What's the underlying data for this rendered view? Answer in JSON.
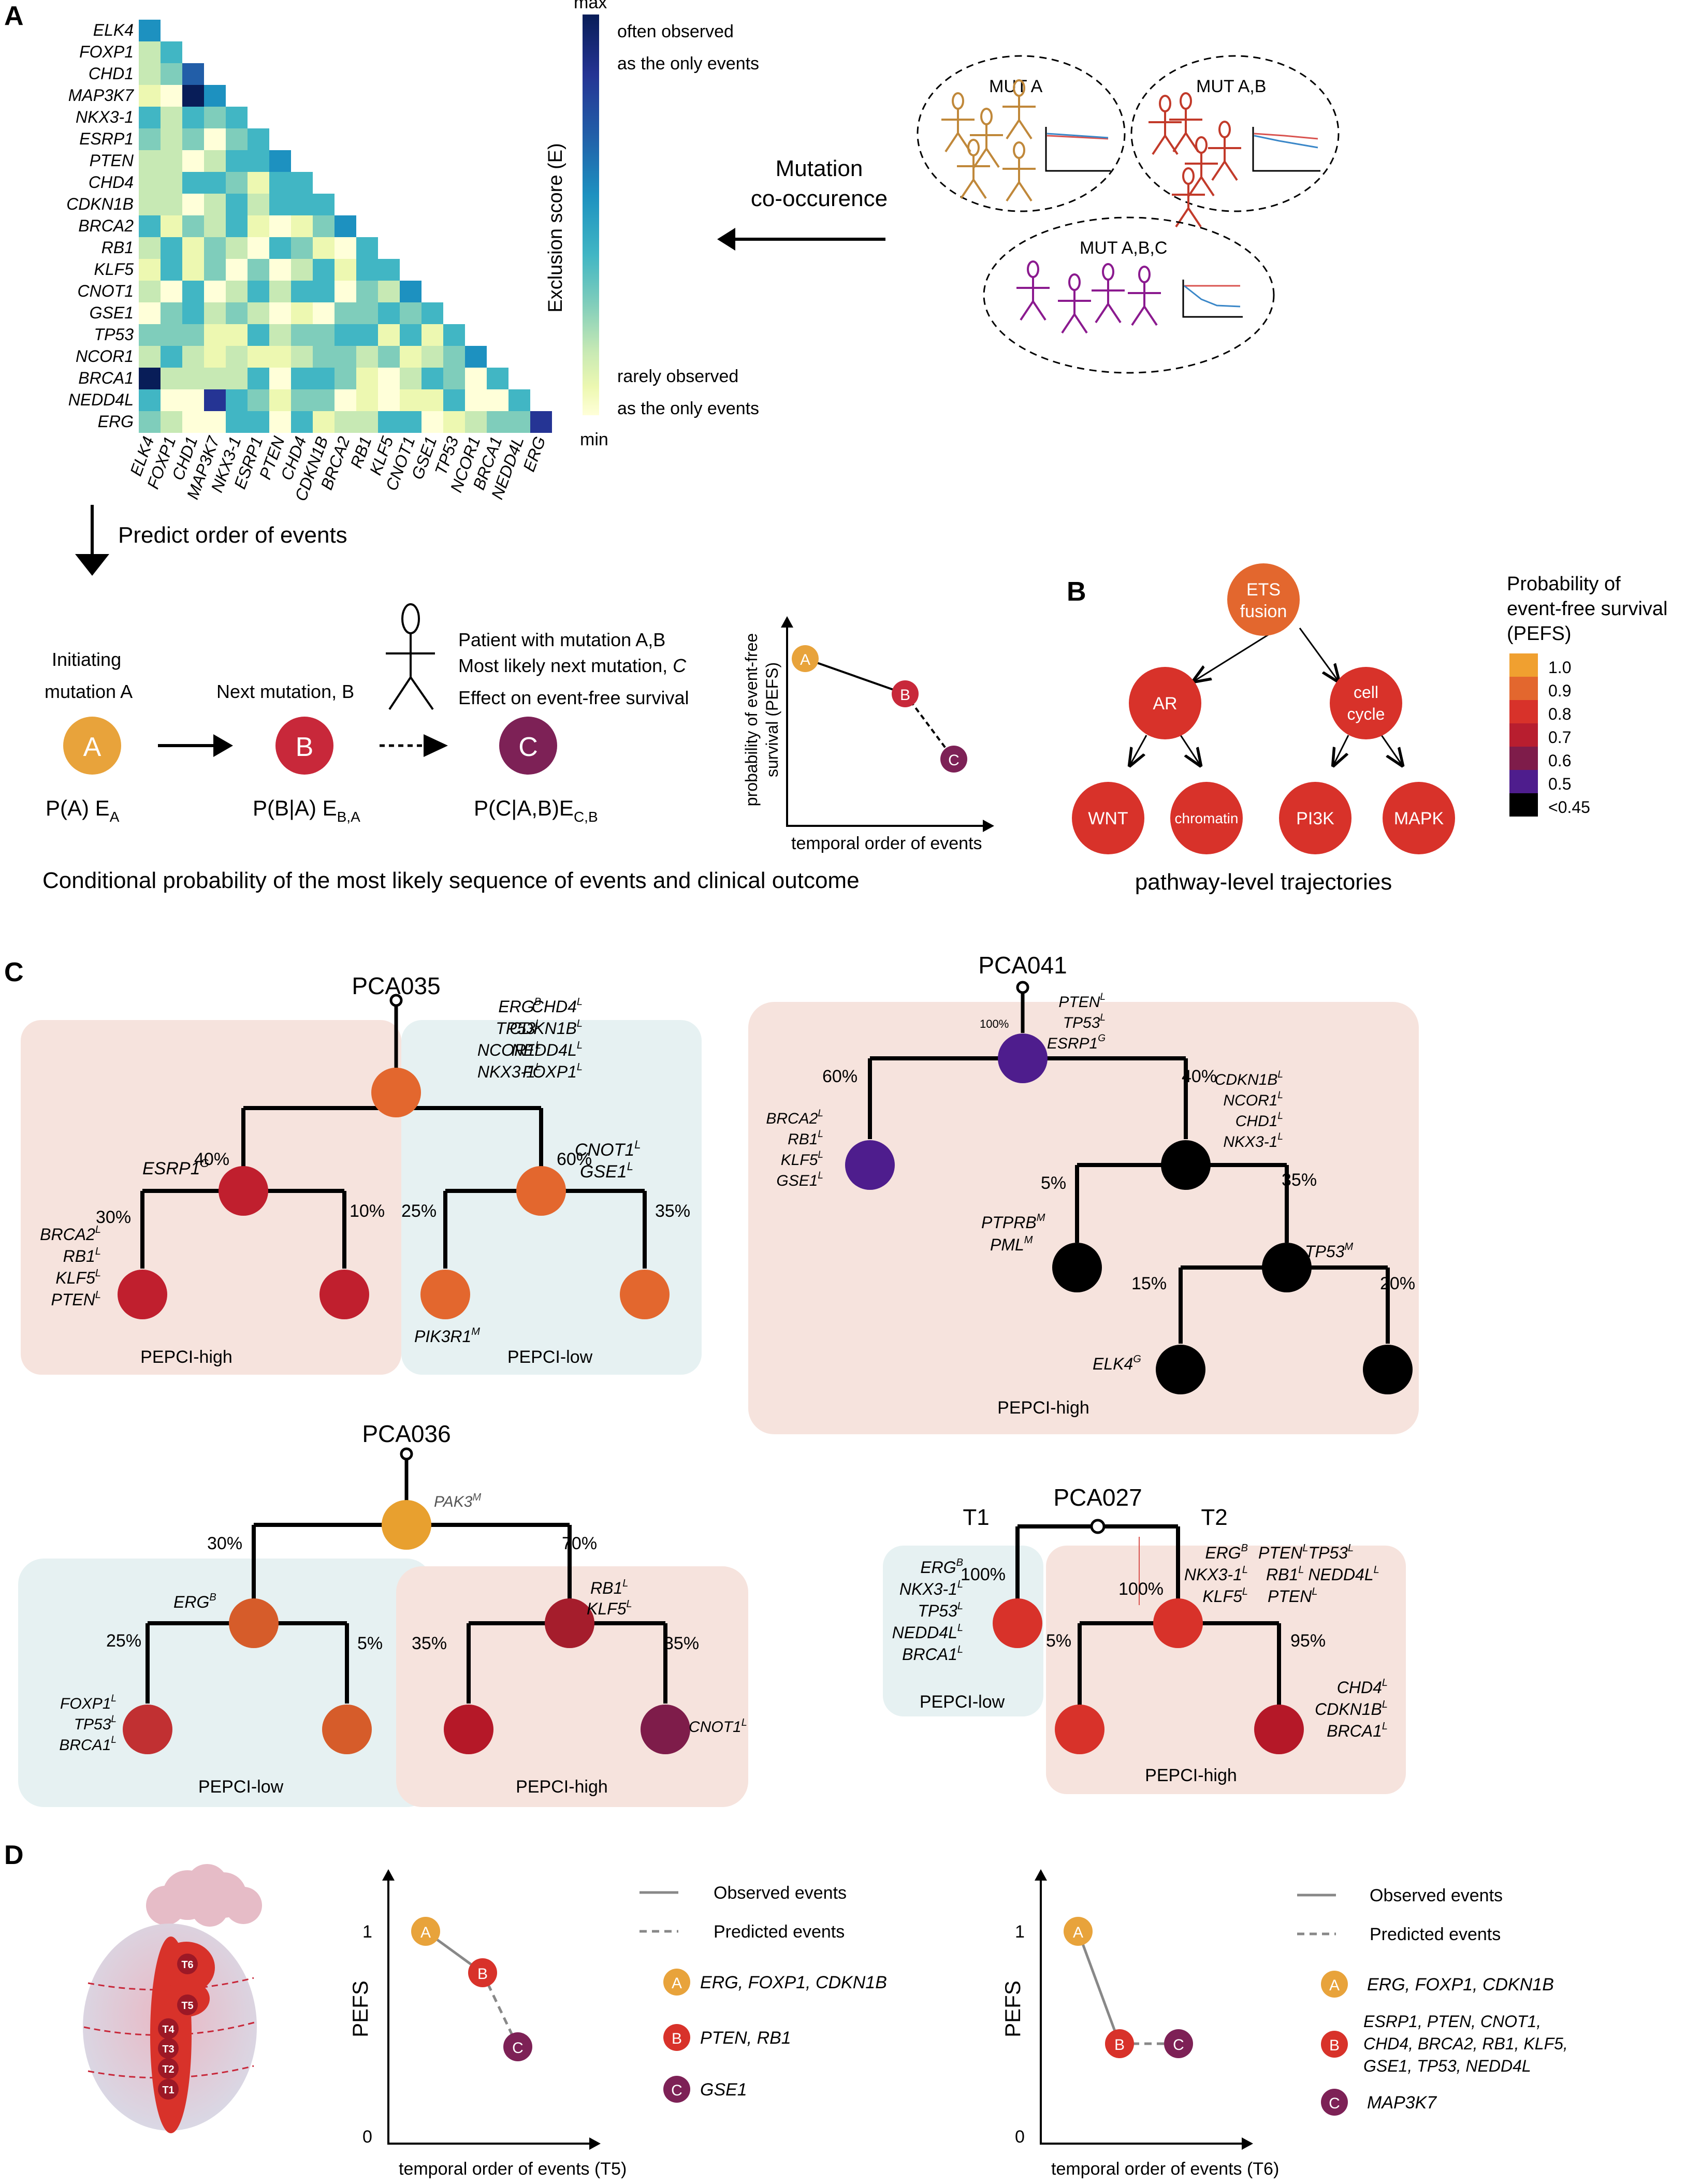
{
  "panel_labels": {
    "a": "A",
    "b": "B",
    "c": "C",
    "d": "D"
  },
  "panelA": {
    "genes": [
      "ELK4",
      "FOXP1",
      "CHD1",
      "MAP3K7",
      "NKX3-1",
      "ESRP1",
      "PTEN",
      "CHD4",
      "CDKN1B",
      "BRCA2",
      "RB1",
      "KLF5",
      "CNOT1",
      "GSE1",
      "TP53",
      "NCOR1",
      "BRCA1",
      "NEDD4L",
      "ERG"
    ],
    "colorbar": {
      "max": "max",
      "min": "min",
      "title": "Exclusion score (E)",
      "top_line1": "often observed",
      "top_line2": "as the only events",
      "bottom_line1": "rarely observed",
      "bottom_line2": "as the only events",
      "colors": [
        "#081d58",
        "#253494",
        "#225ea8",
        "#1d91c0",
        "#41b6c4",
        "#7fcdbb",
        "#c7e9b4",
        "#edf8b1",
        "#ffffd9"
      ]
    },
    "mut_a": "MUT A",
    "mut_ab": "MUT A,B",
    "mut_abc": "MUT A,B,C",
    "cooccur_line1": "Mutation",
    "cooccur_line2": "co-occurence",
    "predict_label": "Predict order of events",
    "initiating_line1": "Initiating",
    "initiating_line2": "mutation A",
    "next_label": "Next mutation, B",
    "patient_line1": "Patient with mutation A,B",
    "patient_line2": "Most likely next mutation, ",
    "patient_line2_it": "C",
    "patient_line3": "Effect on event-free survival",
    "node_a": "A",
    "node_b": "B",
    "node_c": "C",
    "prob_a": "P(A) E",
    "prob_a_sub": "A",
    "prob_b": "P(B|A) E",
    "prob_b_sub": "B,A",
    "prob_c": "P(C|A,B)E",
    "prob_c_sub": "C,B",
    "mini_ylabel1": "probability of event-free",
    "mini_ylabel2": "survival (PEFS)",
    "mini_xlabel": "temporal order of events",
    "conclusion": "Conditional probability of the most likely sequence of events and clinical outcome",
    "colors": {
      "a": "#e8a33b",
      "b": "#c8283a",
      "c": "#7d2156"
    }
  },
  "panelB": {
    "root": "ETS",
    "root2": "fusion",
    "ar": "AR",
    "cell": "cell",
    "cycle": "cycle",
    "wnt": "WNT",
    "chromatin": "chromatin",
    "pi3k": "PI3K",
    "mapk": "MAPK",
    "caption": "pathway-level trajectories",
    "legend_title1": "Probability of",
    "legend_title2": "event-free survival",
    "legend_title3": "(PEFS)",
    "legend_labels": [
      "1.0",
      "0.9",
      "0.8",
      "0.7",
      "0.6",
      "0.5",
      "<0.45"
    ],
    "legend_colors": [
      "#f0a030",
      "#e3672e",
      "#d8322a",
      "#b81e2f",
      "#7e1c4a",
      "#4e1d8d",
      "#000000"
    ]
  },
  "panelC": {
    "pca035": {
      "name": "PCA035",
      "muts_left": [
        "ERG",
        "TP53",
        "NCOR1",
        "NKX3-1"
      ],
      "muts_left_sup": [
        "B",
        "L",
        "L",
        "L"
      ],
      "muts_right": [
        "CHD4",
        "CDKN1B",
        "NEDD4L",
        "FOXP1"
      ],
      "muts_right_sup": [
        "L",
        "L",
        "L",
        "L"
      ],
      "p40": "40%",
      "p60": "60%",
      "esrp1": "ESRP1",
      "esrp1_sup": "G",
      "cnot1": "CNOT1",
      "gse1": "GSE1",
      "p30": "30%",
      "p10": "10%",
      "p25": "25%",
      "p35": "35%",
      "leaf_muts": [
        "BRCA2",
        "RB1",
        "KLF5",
        "PTEN"
      ],
      "pik3r1": "PIK3R1",
      "pik3r1_sup": "M",
      "high": "PEPCI-high",
      "low": "PEPCI-low"
    },
    "pca041": {
      "name": "PCA041",
      "p100": "100%",
      "muts": [
        "PTEN",
        "TP53",
        "ESRP1"
      ],
      "muts_sup": [
        "L",
        "L",
        "G"
      ],
      "p60": "60%",
      "p40": "40%",
      "left_muts": [
        "BRCA2",
        "RB1",
        "KLF5",
        "GSE1"
      ],
      "right_muts": [
        "CDKN1B",
        "NCOR1",
        "CHD1",
        "NKX3-1"
      ],
      "p5": "5%",
      "p35": "35%",
      "ptprb": "PTPRB",
      "pml": "PML",
      "tp53m": "TP53",
      "p15": "15%",
      "p20": "20%",
      "elk4": "ELK4",
      "high": "PEPCI-high"
    },
    "pca036": {
      "name": "PCA036",
      "pak3": "PAK3",
      "pak3_sup": "M",
      "p30": "30%",
      "p70": "70%",
      "erg": "ERG",
      "erg_sup": "B",
      "rb1": "RB1",
      "klf5": "KLF5",
      "p25": "25%",
      "p5": "5%",
      "p35a": "35%",
      "p35b": "35%",
      "leaf_muts": [
        "FOXP1",
        "TP53",
        "BRCA1"
      ],
      "cnot1": "CNOT1",
      "low": "PEPCI-low",
      "high": "PEPCI-high"
    },
    "pca027": {
      "name": "PCA027",
      "t1": "T1",
      "t2": "T2",
      "p100a": "100%",
      "p100b": "100%",
      "t1_muts": [
        "ERG",
        "NKX3-1",
        "TP53",
        "NEDD4L",
        "BRCA1"
      ],
      "t1_sup": [
        "B",
        "L",
        "L",
        "L",
        "L"
      ],
      "t2_col1": [
        "ERG",
        "NKX3-1",
        "KLF5"
      ],
      "t2_col1_sup": [
        "B",
        "L",
        "L"
      ],
      "t2_col2a": "PTEN",
      "t2_col2b": "TP53",
      "t2_rb1": "RB1",
      "t2_nedd4l": "NEDD4L",
      "t2_pten": "PTEN",
      "p5": "5%",
      "p95": "95%",
      "leaf_muts": [
        "CHD4",
        "CDKN1B",
        "BRCA1"
      ],
      "low": "PEPCI-low",
      "high": "PEPCI-high"
    }
  },
  "panelD": {
    "prostate_labels": [
      "T6",
      "T5",
      "T4",
      "T3",
      "T2",
      "T1"
    ],
    "left": {
      "ylabel": "PEFS",
      "y1": "1",
      "y0": "0",
      "xlabel": "temporal order of events (T5)",
      "legend_observed": "Observed events",
      "legend_predicted": "Predicted events",
      "a_text": "ERG, FOXP1, CDKN1B",
      "b_text": "PTEN, RB1",
      "c_text": "GSE1"
    },
    "right": {
      "ylabel": "PEFS",
      "y1": "1",
      "y0": "0",
      "xlabel": "temporal order of events (T6)",
      "legend_observed": "Observed events",
      "legend_predicted": "Predicted events",
      "a_text": "ERG, FOXP1, CDKN1B",
      "b_line1": "ESRP1, PTEN, CNOT1,",
      "b_line2": "CHD4, BRCA2, RB1, KLF5,",
      "b_line3": "GSE1, TP53, NEDD4L",
      "c_text": "MAP3K7"
    }
  }
}
